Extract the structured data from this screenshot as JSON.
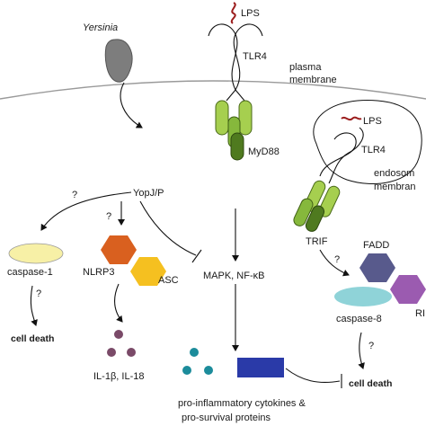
{
  "labels": {
    "lps_top": "LPS",
    "yersinia": "Yersinia",
    "tlr4_top": "TLR4",
    "plasma_membrane_1": "plasma",
    "plasma_membrane_2": "membrane",
    "myd88": "MyD88",
    "lps_endosome": "LPS",
    "tlr4_endosome": "TLR4",
    "endosome_1": "endosom",
    "endosome_2": "membran",
    "trif": "TRIF",
    "yopjp": "YopJ/P",
    "q1": "?",
    "q2": "?",
    "q3": "?",
    "q4": "?",
    "q5": "?",
    "caspase1": "caspase-1",
    "nlrp3": "NLRP3",
    "asc": "ASC",
    "mapk": "MAPK, NF-κB",
    "fadd": "FADD",
    "rip": "RI",
    "caspase8": "caspase-8",
    "celldeath_left": "cell death",
    "cytokines": "IL-1β, IL-18",
    "celldeath_right": "cell death",
    "proinfl_1": "pro-inflammatory cytokines &",
    "proinfl_2": "pro-survival proteins"
  },
  "colors": {
    "tlr_light": "#a6cf4f",
    "tlr_dark": "#4f7a1f",
    "yersinia": "#7d7d7d",
    "caspase1": "#f7f0a6",
    "nlrp3": "#d9601f",
    "asc": "#f5c020",
    "fadd": "#585a8c",
    "rip": "#9b5bb0",
    "caspase8": "#8fd3d8",
    "il_dots": "#7a4a68",
    "teal_dots": "#1c8c9b",
    "blue_box": "#2a3aa8",
    "lps": "#9b1c1c"
  }
}
